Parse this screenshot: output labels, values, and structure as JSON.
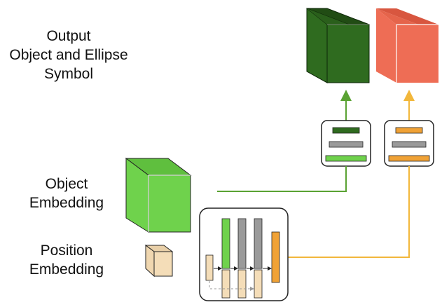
{
  "labels": {
    "output": [
      "Output",
      "Object and Ellipse",
      "Symbol"
    ],
    "object_embedding": [
      "Object",
      "Embedding"
    ],
    "position_embedding": [
      "Position",
      "Embedding"
    ]
  },
  "colors": {
    "dark_green": "#2f6b1f",
    "light_green": "#6fd24c",
    "salmon": "#ee6d55",
    "orange_line": "#f2b73b",
    "orange_bar": "#f0a236",
    "gray_bar": "#9a9a9a",
    "peach": "#f4ddb8",
    "green_line": "#5aa233"
  },
  "icons": {
    "output_object_cube": "dark-green-cube",
    "output_ellipse_cube": "salmon-cube",
    "object_embedding_cube": "light-green-cube",
    "position_embedding_cube": "peach-cube"
  }
}
